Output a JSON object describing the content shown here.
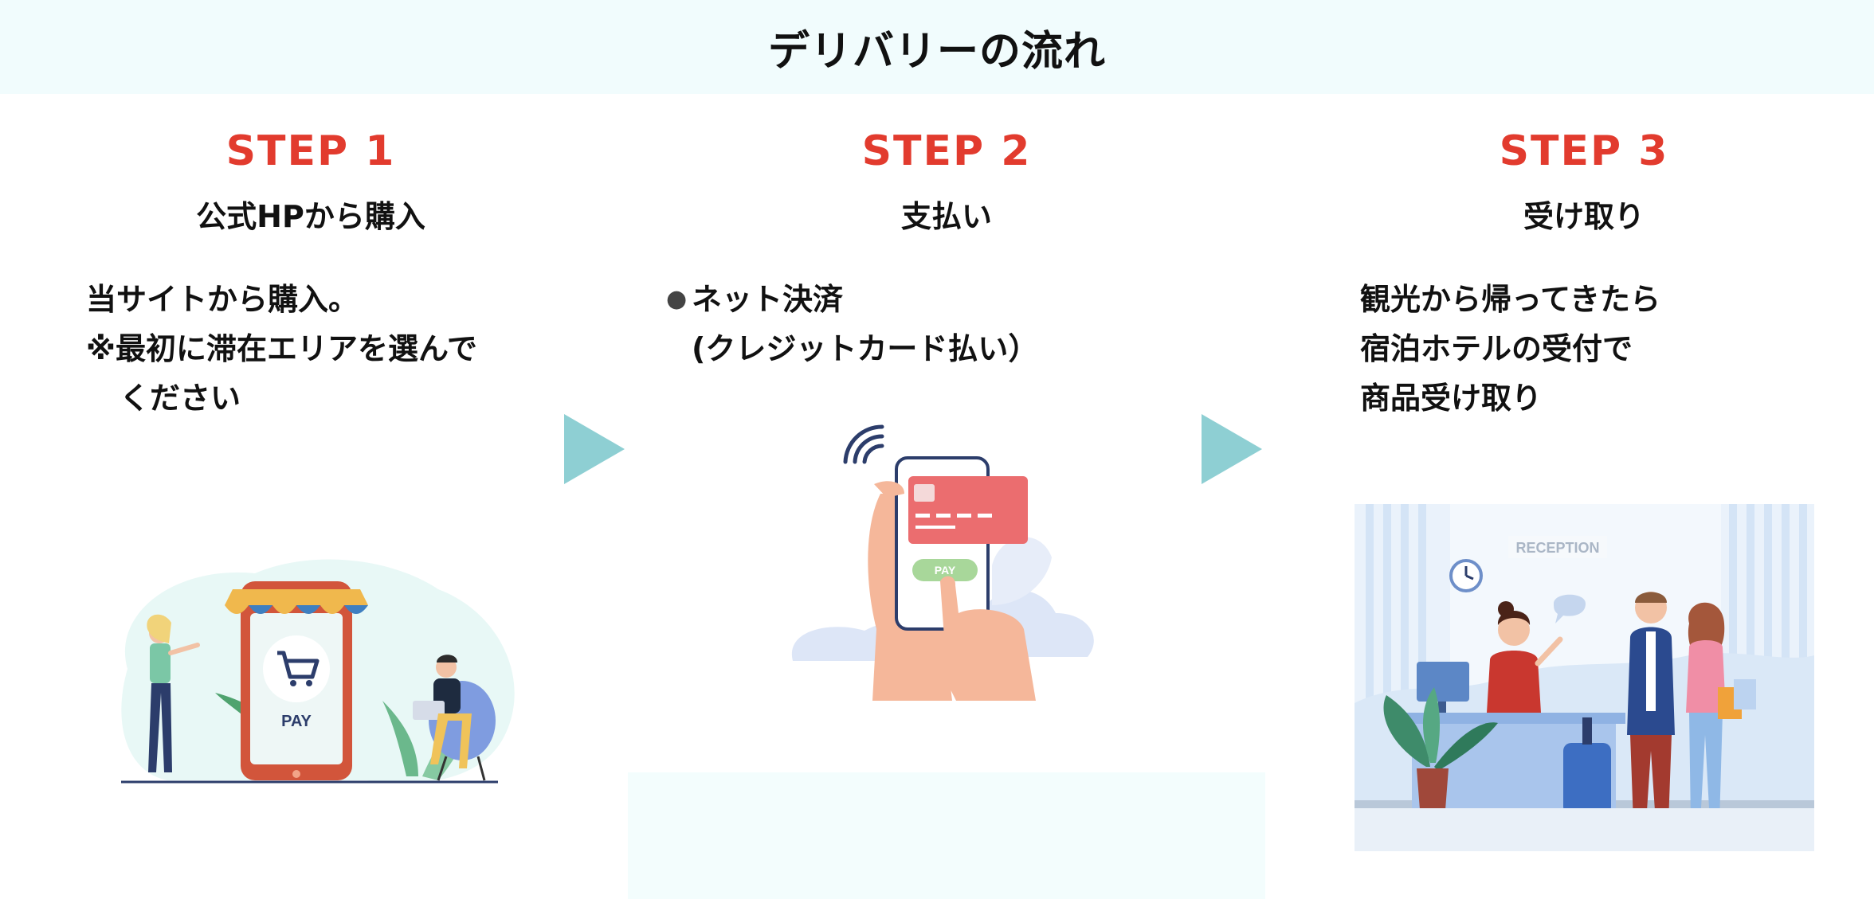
{
  "header": {
    "title": "デリバリーの流れ"
  },
  "steps": [
    {
      "label": "STEP 1",
      "title": "公式HPから購入",
      "lines": [
        "当サイトから購入。",
        "※最初に滞在エリアを選んで",
        "ください"
      ],
      "illustration": {
        "pay_label": "PAY"
      }
    },
    {
      "label": "STEP 2",
      "title": "支払い",
      "bullet": [
        "ネット決済",
        "(クレジットカード払い）"
      ],
      "illustration": {
        "pay_label": "PAY"
      }
    },
    {
      "label": "STEP 3",
      "title": "受け取り",
      "lines": [
        "観光から帰ってきたら",
        "宿泊ホテルの受付で",
        "商品受け取り"
      ],
      "illustration": {
        "sign_label": "RECEPTION"
      }
    }
  ],
  "colors": {
    "accent": "#e23b2e",
    "arrow": "#8ecfd3",
    "header_bg": "#f1fcfd"
  },
  "icons": [
    "arrow-right-icon",
    "cart-icon",
    "contactless-icon",
    "clock-icon"
  ]
}
